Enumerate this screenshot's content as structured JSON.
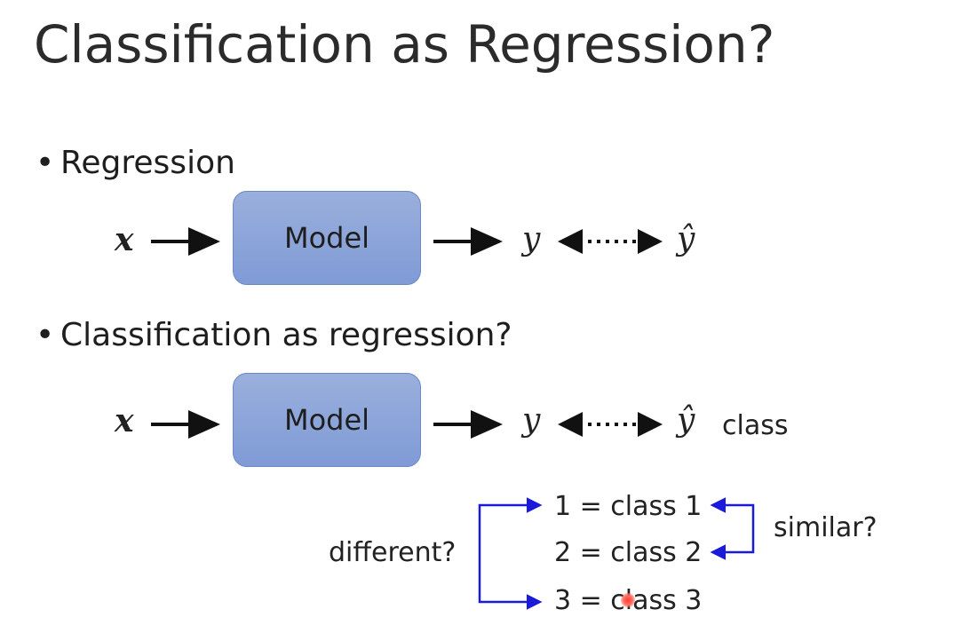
{
  "slide": {
    "title": "Classification as Regression?"
  },
  "section1": {
    "bullet": "•",
    "heading": "Regression",
    "input_var": "x",
    "model_label": "Model",
    "output_var": "y",
    "target_var": "ŷ"
  },
  "section2": {
    "bullet": "•",
    "heading": "Classification as regression?",
    "input_var": "x",
    "model_label": "Model",
    "output_var": "y",
    "target_var": "ŷ",
    "target_note": "class"
  },
  "classes": {
    "items": [
      "1 = class 1",
      "2 = class 2",
      "3 = class 3"
    ],
    "left_label": "different?",
    "right_label": "similar?",
    "arrow_color": "#1a1adb"
  }
}
